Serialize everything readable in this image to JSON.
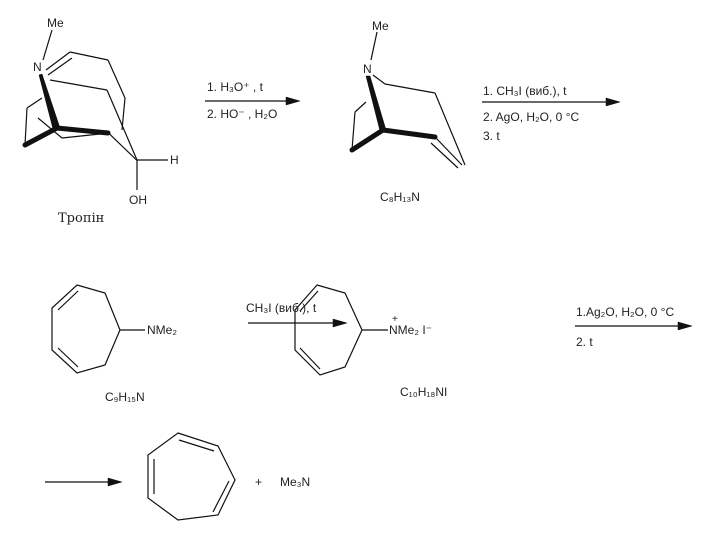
{
  "tropine": {
    "me": "Me",
    "n": "N",
    "h": "H",
    "oh": "OH",
    "name": "Тропін"
  },
  "step1": {
    "line1": "1. H₃O⁺ , t",
    "line2": "2. HO⁻ , H₂O"
  },
  "product1": {
    "me": "Me",
    "n": "N",
    "formula": "C₈H₁₃N"
  },
  "step2": {
    "line1": "1. CH₃I  (виб.), t",
    "line2": "2. AgO, H₂O, 0 °C",
    "line3": "3. t"
  },
  "product2": {
    "substituent": "NMe₂",
    "formula": "C₉H₁₅N"
  },
  "step3": {
    "line1": "CH₃I  (виб.), t"
  },
  "product3": {
    "charge": "+",
    "substituent": "NMe₂  I⁻",
    "formula": "C₁₀H₁₈NI"
  },
  "step4": {
    "line1": "1.Ag₂O, H₂O, 0 °C",
    "line2": "2. t"
  },
  "final": {
    "plus": "+",
    "byproduct": "Me₃N"
  }
}
